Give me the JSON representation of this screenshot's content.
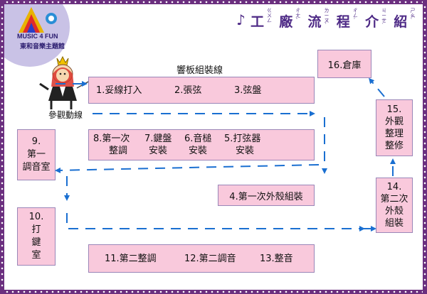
{
  "logo": {
    "line1": "MUSIC 4 FUN",
    "line2": "東和音樂主題館"
  },
  "title": {
    "chars": [
      "工",
      "廠",
      "流",
      "程",
      "介",
      "紹"
    ],
    "ruby": [
      "ㄍㄨㄥ",
      "ㄔㄤˇ",
      "ㄌㄧㄡˊ",
      "ㄔㄥˊ",
      "ㄐㄧㄝˋ",
      "ㄕㄠˋ"
    ]
  },
  "section_label": "響板組裝線",
  "visit_line": "參觀動線",
  "boxes": {
    "b1": [
      "1.妥線打入",
      "2.張弦",
      "3.弦盤"
    ],
    "b2": [
      "8.第一次",
      "7.鍵盤",
      "6.音槌",
      "5.打弦器"
    ],
    "b2_row2": [
      "整調",
      "安裝",
      "安裝",
      "安裝"
    ],
    "b4": "4.第一次外殼組裝",
    "b9": [
      "9.",
      "第一",
      "調音室"
    ],
    "b10": [
      "10.",
      "打",
      "鍵",
      "室"
    ],
    "b11": [
      "11.第二整調",
      "12.第二調音",
      "13.整音"
    ],
    "b14": [
      "14.",
      "第二次",
      "外殼",
      "組裝"
    ],
    "b15": [
      "15.",
      "外觀",
      "整理",
      "整修"
    ],
    "b16": "16.倉庫"
  },
  "colors": {
    "box_fill": "#f9c9dc",
    "frame": "#6b2f7f",
    "arrow": "#1a6fd1",
    "title": "#4e2a86"
  }
}
